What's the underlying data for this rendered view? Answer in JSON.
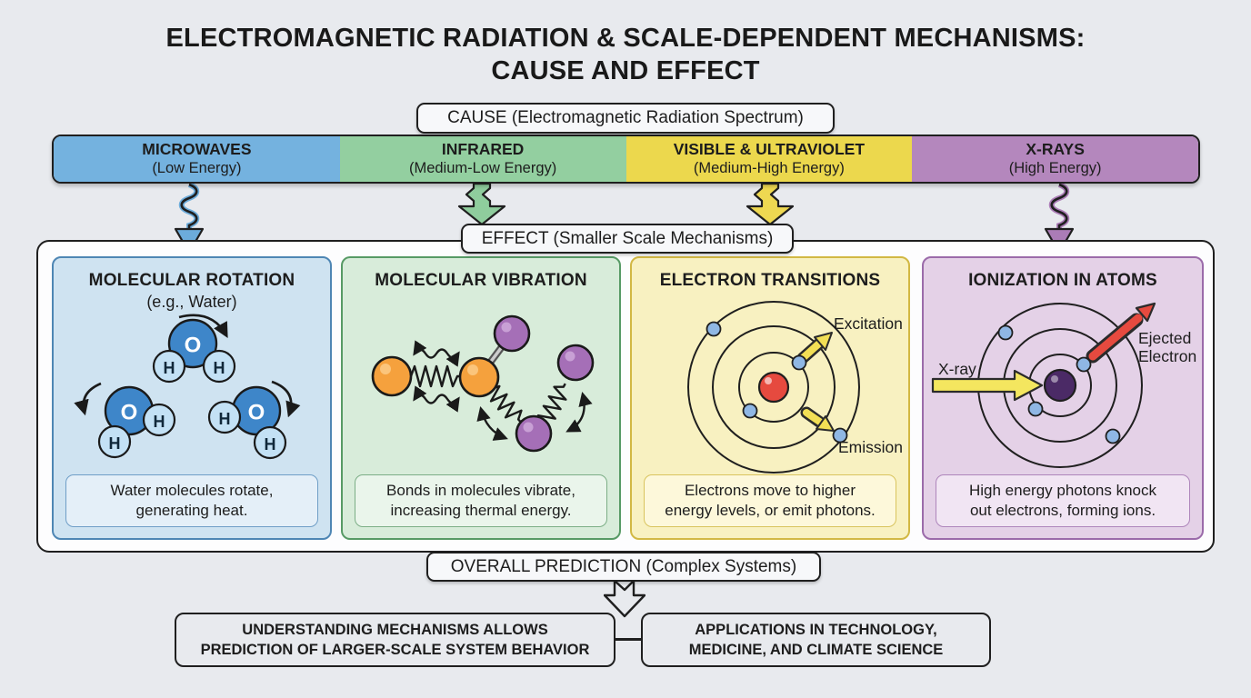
{
  "title": {
    "line1": "ELECTROMAGNETIC RADIATION & SCALE-DEPENDENT MECHANISMS:",
    "line2": "CAUSE AND EFFECT"
  },
  "cause": {
    "label": "CAUSE (Electromagnetic Radiation Spectrum)"
  },
  "effect": {
    "label": "EFFECT (Smaller Scale Mechanisms)"
  },
  "overall": {
    "label": "OVERALL PREDICTION (Complex Systems)"
  },
  "spectrum": {
    "segments": [
      {
        "name": "MICROWAVES",
        "energy": "(Low Energy)",
        "color": "#74b2df",
        "arrow_style": "wavy",
        "arrow_color": "#6cacdb"
      },
      {
        "name": "INFRARED",
        "energy": "(Medium-Low Energy)",
        "color": "#93cfa0",
        "arrow_style": "block",
        "arrow_color": "#8fcd9d"
      },
      {
        "name": "VISIBLE & ULTRAVIOLET",
        "energy": "(Medium-High Energy)",
        "color": "#ecd84d",
        "arrow_style": "block",
        "arrow_color": "#eed851"
      },
      {
        "name": "X-RAYS",
        "energy": "(High Energy)",
        "color": "#b487bd",
        "arrow_style": "wavy",
        "arrow_color": "#ab7cb6"
      }
    ]
  },
  "panels": [
    {
      "title": "MOLECULAR ROTATION",
      "subtitle": "(e.g., Water)",
      "caption_line1": "Water molecules rotate,",
      "caption_line2": "generating heat.",
      "bg": "#cfe3f1",
      "border": "#4e86b4"
    },
    {
      "title": "MOLECULAR VIBRATION",
      "subtitle": "",
      "caption_line1": "Bonds in molecules vibrate,",
      "caption_line2": "increasing thermal energy.",
      "bg": "#d8ecda",
      "border": "#579a65"
    },
    {
      "title": "ELECTRON TRANSITIONS",
      "subtitle": "",
      "caption_line1": "Electrons move to higher",
      "caption_line2": "energy levels, or emit photons.",
      "bg": "#f8f1c1",
      "border": "#d2b844"
    },
    {
      "title": "IONIZATION IN ATOMS",
      "subtitle": "",
      "caption_line1": "High energy photons knock",
      "caption_line2": "out electrons, forming ions.",
      "bg": "#e4d1e7",
      "border": "#9b6baa"
    }
  ],
  "annotations": {
    "excitation": "Excitation",
    "emission": "Emission",
    "xray": "X-ray",
    "ejected_line1": "Ejected",
    "ejected_line2": "Electron"
  },
  "atoms": {
    "oxygen": "O",
    "hydrogen": "H"
  },
  "conclusions": [
    {
      "line1": "UNDERSTANDING MECHANISMS ALLOWS",
      "line2": "PREDICTION OF LARGER-SCALE SYSTEM BEHAVIOR"
    },
    {
      "line1": "APPLICATIONS IN TECHNOLOGY,",
      "line2": "MEDICINE, AND CLIMATE SCIENCE"
    }
  ],
  "colors": {
    "page_bg": "#e8eaee",
    "container_bg": "#fdfdfe",
    "outline": "#1f1f1f",
    "oxygen_atom": "#3e86c9",
    "hydrogen_atom": "#c3e1f5",
    "orange_atom": "#f5a13d",
    "purple_atom": "#a56fb7",
    "nucleus_red": "#e64a3f",
    "nucleus_dark_purple": "#4b2a66",
    "electron": "#8fb7e4",
    "photon_yellow": "#f2df55",
    "ejected_red": "#e64a3f"
  }
}
